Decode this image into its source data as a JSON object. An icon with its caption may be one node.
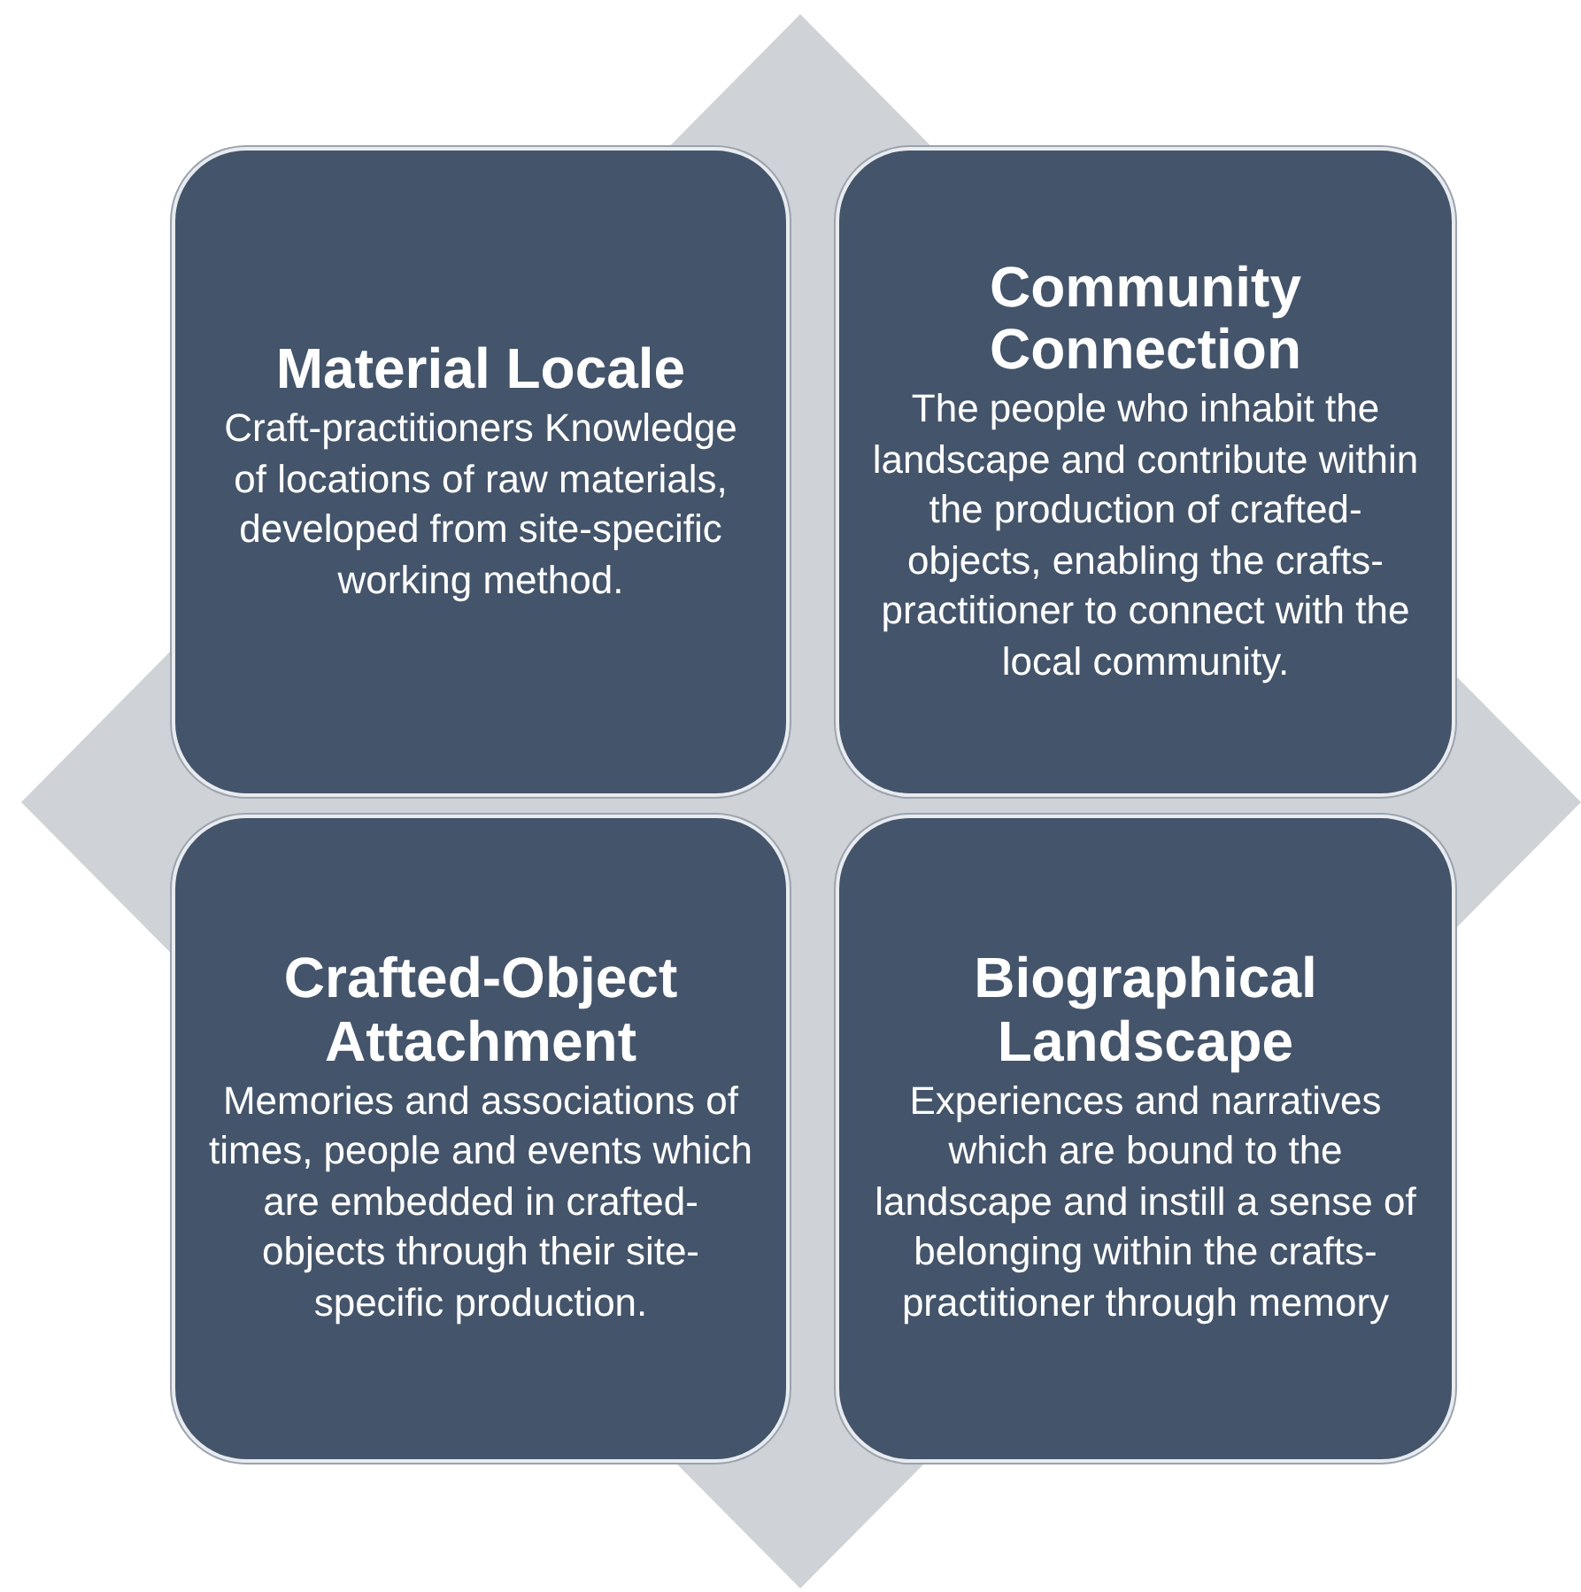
{
  "diagram": {
    "nodes": [
      {
        "text": [
          "Material Locale",
          "Craft-practitioners Knowledge of locations of raw materials, developed from site-specific working method."
        ]
      },
      {
        "text": [
          "Community Connection",
          "The people who inhabit the landscape and contribute within the production of crafted-objects, enabling the crafts-practitioner to connect with the local community."
        ]
      },
      {
        "text": [
          "Crafted-Object Attachment",
          "Memories and associations of times, people and events which are embedded in crafted-objects through their site-specific production."
        ]
      },
      {
        "text": [
          "Biographical Landscape",
          "Experiences and narratives which are bound to the landscape and instill a sense of belonging within the crafts-practitioner through memory"
        ]
      }
    ]
  }
}
